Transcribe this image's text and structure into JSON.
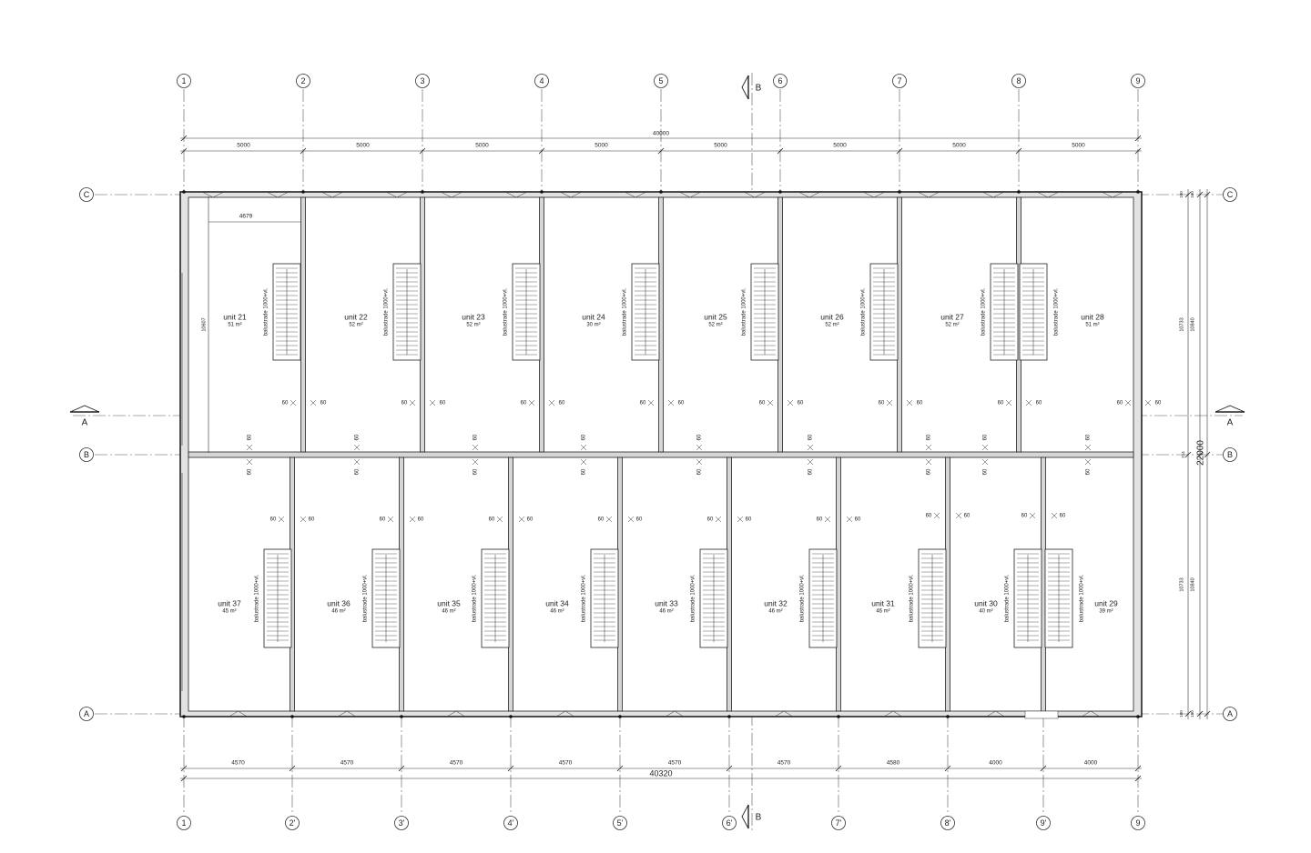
{
  "grid": {
    "top": [
      "1",
      "2",
      "3",
      "4",
      "5",
      "6",
      "7",
      "8",
      "9"
    ],
    "bottom": [
      "1",
      "2'",
      "3'",
      "4'",
      "5'",
      "6'",
      "7'",
      "8'",
      "9'",
      "9"
    ],
    "rows": [
      "C",
      "B",
      "A"
    ]
  },
  "section": {
    "a": "A",
    "b": "B"
  },
  "dims": {
    "top_total": "40000",
    "top_segments": [
      "5000",
      "5000",
      "5000",
      "5000",
      "5000",
      "5000",
      "5000",
      "5000"
    ],
    "bottom_total": "40320",
    "bottom_segments": [
      "4570",
      "4570",
      "4570",
      "4570",
      "4570",
      "4570",
      "4580",
      "4000",
      "4000"
    ],
    "unit21_width": "4679",
    "unit21_depth": "10607",
    "right_total": "22000",
    "right_upper": [
      "10733",
      "10840"
    ],
    "right_lower": [
      "10733",
      "10840"
    ],
    "right_small": [
      "100",
      "100",
      "214",
      "100",
      "100"
    ],
    "door_offset": "60"
  },
  "stair_label": "balustrade 1000+vl.",
  "units_top": [
    {
      "name": "unit 21",
      "area": "51 m²"
    },
    {
      "name": "unit 22",
      "area": "52 m²"
    },
    {
      "name": "unit 23",
      "area": "52 m²"
    },
    {
      "name": "unit 24",
      "area": "30 m²"
    },
    {
      "name": "unit 25",
      "area": "52 m²"
    },
    {
      "name": "unit 26",
      "area": "52 m²"
    },
    {
      "name": "unit 27",
      "area": "52 m²"
    },
    {
      "name": "unit 28",
      "area": "51 m²"
    }
  ],
  "units_bottom": [
    {
      "name": "unit 37",
      "area": "45 m²"
    },
    {
      "name": "unit 36",
      "area": "46 m²"
    },
    {
      "name": "unit 35",
      "area": "46 m²"
    },
    {
      "name": "unit 34",
      "area": "46 m²"
    },
    {
      "name": "unit 33",
      "area": "46 m²"
    },
    {
      "name": "unit 32",
      "area": "46 m²"
    },
    {
      "name": "unit 31",
      "area": "46 m²"
    },
    {
      "name": "unit 30",
      "area": "40 m²"
    },
    {
      "name": "unit 29",
      "area": "39 m²"
    }
  ]
}
